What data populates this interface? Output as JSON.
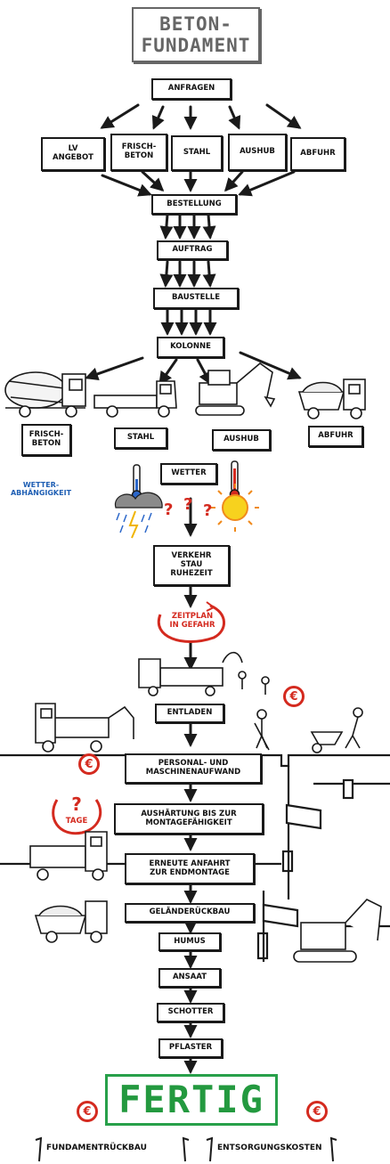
{
  "title": "BETON-\nFUNDAMENT",
  "steps": {
    "anfragen": "ANFRAGEN",
    "lv_angebot": "LV\nANGEBOT",
    "frischbeton": "FRISCH-\nBETON",
    "stahl": "STAHL",
    "aushub": "AUSHUB",
    "abfuhr": "ABFUHR",
    "bestellung": "BESTELLUNG",
    "auftrag": "AUFTRAG",
    "baustelle": "BAUSTELLE",
    "kolonne": "KOLONNE",
    "wetter": "WETTER",
    "verkehr": "VERKEHR\nSTAU\nRUHEZEIT",
    "entladen": "ENTLADEN",
    "personal": "PERSONAL- UND\nMASCHINENAUFWAND",
    "aushaertung": "AUSHÄRTUNG BIS ZUR\nMONTAGEFÄHIGKEIT",
    "anfahrt": "ERNEUTE ANFAHRT\nZUR ENDMONTAGE",
    "gelaender": "GELÄNDERÜCKBAU",
    "humus": "HUMUS",
    "ansaat": "ANSAAT",
    "schotter": "SCHOTTER",
    "pflaster": "PFLASTER",
    "fertig": "FERTIG"
  },
  "vehicle_labels": {
    "frischbeton": "FRISCH-\nBETON",
    "stahl": "STAHL",
    "aushub": "AUSHUB",
    "abfuhr": "ABFUHR"
  },
  "side_labels": {
    "wetterabhaengigkeit": "WETTER-\nABHÄNGIGKEIT",
    "zeitplan": "ZEITPLAN\nIN GEFAHR",
    "tage_symbol": "?",
    "tage": "TAGE"
  },
  "symbols": {
    "euro": "€",
    "question": "?"
  },
  "bottom_items": [
    "FUNDAMENTRÜCKBAU",
    "ENTSORGUNGSKOSTEN"
  ],
  "colors": {
    "ink": "#1a1a1a",
    "title_gray": "#666666",
    "accent_red": "#d42a1f",
    "fertig_green": "#28a04a",
    "label_blue": "#1f5fb4",
    "sun_yellow": "#f7d21e",
    "sun_orange": "#f08a1c",
    "cloud_gray": "#8a8a8a"
  }
}
